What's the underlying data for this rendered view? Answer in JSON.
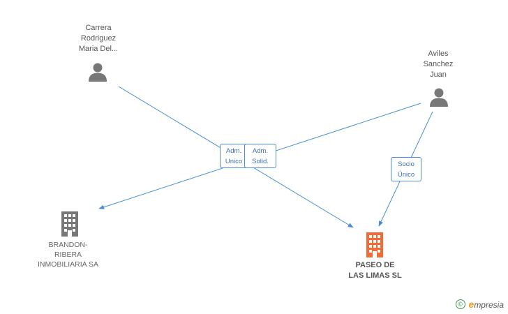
{
  "people": [
    {
      "id": "carrera",
      "lines": [
        "Carrera",
        "Rodriguez",
        "Maria Del..."
      ]
    },
    {
      "id": "aviles",
      "lines": [
        "Aviles",
        "Sanchez",
        "Juan"
      ]
    }
  ],
  "companies": [
    {
      "id": "brandon",
      "lines": [
        "BRANDON-",
        "RIBERA",
        "INMOBILIARIA SA"
      ],
      "color": "#777777",
      "highlight": false
    },
    {
      "id": "paseo",
      "lines": [
        "PASEO DE",
        "LAS LIMAS SL"
      ],
      "color": "#f26a35",
      "highlight": true
    }
  ],
  "relations": [
    {
      "id": "adm-unico",
      "lines": [
        "Adm.",
        "Unico"
      ]
    },
    {
      "id": "adm-solid",
      "lines": [
        "Adm.",
        "Solid."
      ]
    },
    {
      "id": "socio-unico",
      "lines": [
        "Socio",
        "Único"
      ]
    }
  ],
  "colors": {
    "edge": "#4a8cd6",
    "person_icon": "#777777"
  },
  "brand": {
    "copyright": "©",
    "initial": "e",
    "name": "mpresia"
  }
}
